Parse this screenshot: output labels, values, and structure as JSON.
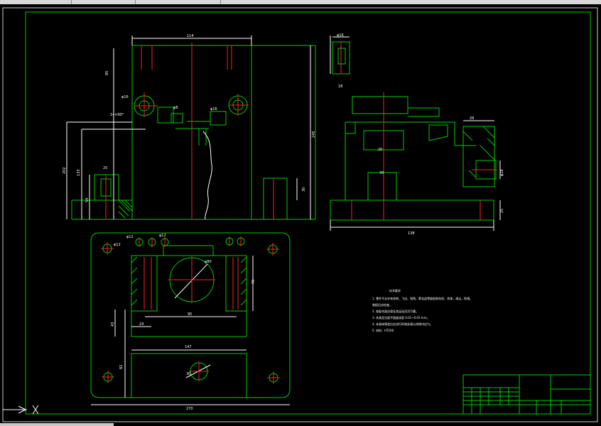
{
  "drawing": {
    "front_view": {
      "dims": [
        "114",
        "85",
        "φ16",
        "14×90°",
        "φ8",
        "φ16",
        "245",
        "202",
        "133",
        "54",
        "25",
        "30"
      ]
    },
    "side_view": {
      "dims": [
        "φ16",
        "18",
        "20",
        "30",
        "φ28",
        "25",
        "28",
        "138"
      ]
    },
    "plan_view": {
      "dims": [
        "φ12",
        "φ12",
        "φ12",
        "φ80",
        "70",
        "95",
        "24",
        "43",
        "147",
        "82",
        "30",
        "270"
      ]
    },
    "tech_notes": {
      "title": "技术要求",
      "lines": [
        "1. 零件不允许有毛刺、飞边、锐角、氧化皮等缺陷和杂质，涂漆，清洁，防锈。",
        "装配后应检查。",
        "2. 各配合面应保证其运动灵活可靠。",
        "3. 夹具定位面平面度误差 0.01~0.03 mm。",
        "4. 夹具体铸造后应进行时效处理以消除内应力。",
        "5. 材料：HT200"
      ]
    }
  },
  "colors": {
    "frame": "#00cc00",
    "hidden": "#ff2020",
    "text": "#ffffff",
    "background": "#000000"
  }
}
